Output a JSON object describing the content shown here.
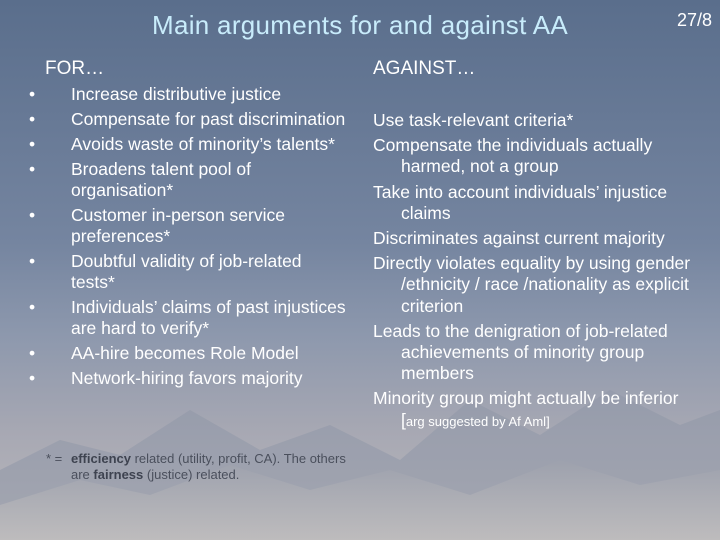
{
  "slide": {
    "title": "Main arguments for and against AA",
    "page_number": "27/8"
  },
  "for_column": {
    "heading": "FOR…",
    "bullet_glyph": "•",
    "items": [
      "Increase distributive justice",
      "Compensate for past discrimination",
      "Avoids waste of minority’s talents*",
      "Broadens talent pool of organisation*",
      "Customer in-person service preferences*",
      "Doubtful validity of job-related tests*",
      "Individuals’ claims of  past injustices are hard to verify*",
      "AA-hire becomes Role Model",
      "Network-hiring favors majority"
    ]
  },
  "footnote": {
    "marker": "* =",
    "efficiency_word": "efficiency",
    "efficiency_rest": " related (utility, profit, CA).",
    "others_prefix": "The others are ",
    "fairness_word": "fairness",
    "fairness_rest": " (justice) related."
  },
  "against_column": {
    "heading": "AGAINST…",
    "items": [
      "Use task-relevant criteria*",
      "Compensate the individuals actually harmed, not a group",
      "Take into account  individuals’ injustice claims",
      "Discriminates against current majority",
      "Directly violates equality by using gender /ethnicity / race /nationality as explicit criterion",
      "Leads to the denigration of job-related achievements of minority group members"
    ],
    "last_item_main": "Minority group might actually be inferior [",
    "last_item_small": "arg suggested by  Af Aml]"
  },
  "colors": {
    "title": "#c8ecfb",
    "text": "#ffffff",
    "footnote": "#4a4f5c"
  }
}
